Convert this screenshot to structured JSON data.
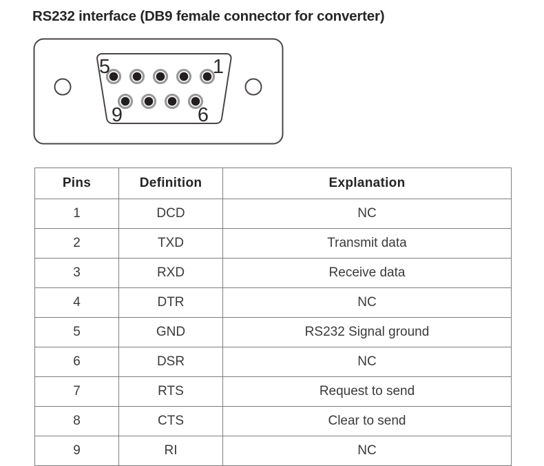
{
  "page_title": "RS232 interface (DB9 female connector for converter)",
  "connector": {
    "type": "DB9 female",
    "pin_labels": {
      "top_left": "5",
      "top_right": "1",
      "bottom_left": "9",
      "bottom_right": "6"
    },
    "top_row_pin_count": 5,
    "bottom_row_pin_count": 4,
    "mounting_holes": 2,
    "colors": {
      "outline": "#4a4446",
      "pin_fill": "#231f20",
      "pin_ring": "#9a9a9a",
      "shell_fill": "#ffffff"
    }
  },
  "table": {
    "headers": [
      "Pins",
      "Definition",
      "Explanation"
    ],
    "rows": [
      {
        "pin": "1",
        "definition": "DCD",
        "explanation": "NC"
      },
      {
        "pin": "2",
        "definition": "TXD",
        "explanation": "Transmit data"
      },
      {
        "pin": "3",
        "definition": "RXD",
        "explanation": "Receive data"
      },
      {
        "pin": "4",
        "definition": "DTR",
        "explanation": "NC"
      },
      {
        "pin": "5",
        "definition": "GND",
        "explanation": "RS232 Signal ground"
      },
      {
        "pin": "6",
        "definition": "DSR",
        "explanation": "NC"
      },
      {
        "pin": "7",
        "definition": "RTS",
        "explanation": "Request to send"
      },
      {
        "pin": "8",
        "definition": "CTS",
        "explanation": "Clear to send"
      },
      {
        "pin": "9",
        "definition": "RI",
        "explanation": "NC"
      }
    ]
  }
}
